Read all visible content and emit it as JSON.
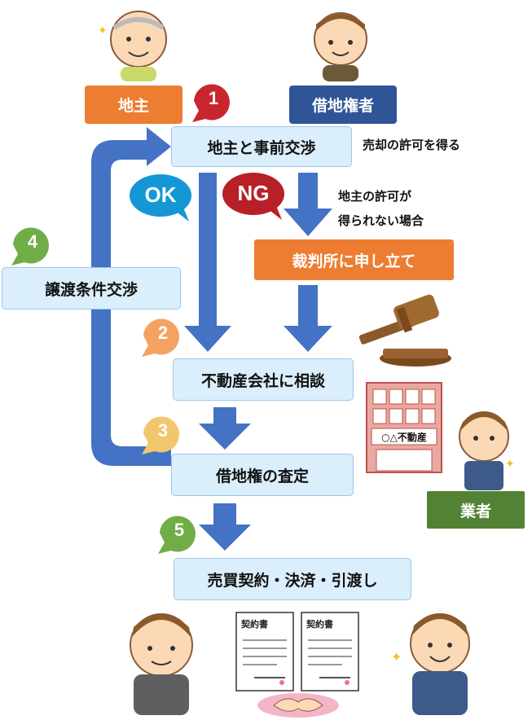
{
  "roles": {
    "landowner": "地主",
    "leaseholder": "借地権者",
    "dealer": "業者"
  },
  "steps": {
    "s1_badge": "1",
    "s1_box": "地主と事前交渉",
    "s1_note": "売却の許可を得る",
    "ok": "OK",
    "ng": "NG",
    "ng_note_line1": "地主の許可が",
    "ng_note_line2": "得られない場合",
    "court_box": "裁判所に申し立て",
    "s2_badge": "2",
    "s2_box": "不動産会社に相談",
    "s3_badge": "3",
    "s3_box": "借地権の査定",
    "s4_badge": "4",
    "s4_box": "譲渡条件交渉",
    "s5_badge": "5",
    "s5_box": "売買契約・決済・引渡し"
  },
  "building_sign": "○△不動産",
  "contract_title": "契約書",
  "colors": {
    "box_fill": "#dbeefb",
    "arrow_blue": "#4472c4",
    "orange": "#ed7d31",
    "navy": "#2f5597",
    "green": "#548235",
    "red_badge": "#c8262e",
    "ok_blue": "#1597d5",
    "ng_red": "#b82027",
    "badge_orange": "#f4a261",
    "badge_yellow": "#f2c66d",
    "badge_green": "#70ad47"
  }
}
